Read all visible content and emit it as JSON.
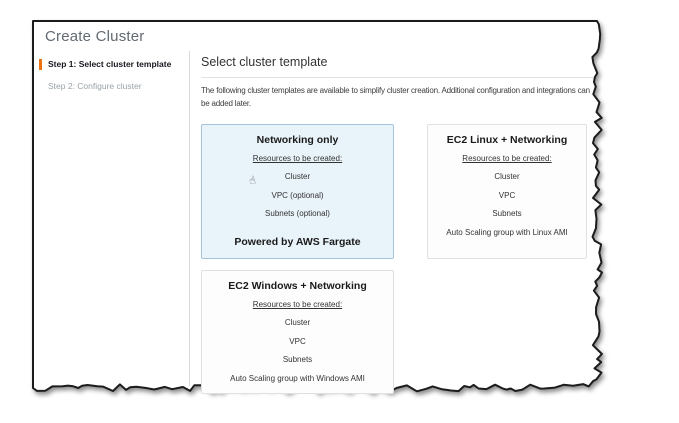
{
  "page": {
    "title": "Create Cluster"
  },
  "steps": [
    {
      "label": "Step 1: Select cluster template",
      "active": true
    },
    {
      "label": "Step 2: Configure cluster",
      "active": false
    }
  ],
  "main": {
    "heading": "Select cluster template",
    "description": "The following cluster templates are available to simplify cluster creation. Additional configuration and integrations can be added later."
  },
  "templates": [
    {
      "name": "Networking only",
      "resources_label": "Resources to be created:",
      "resources": [
        "Cluster",
        "VPC (optional)",
        "Subnets (optional)"
      ],
      "footer": "Powered by AWS Fargate",
      "selected": true
    },
    {
      "name": "EC2 Linux + Networking",
      "resources_label": "Resources to be created:",
      "resources": [
        "Cluster",
        "VPC",
        "Subnets",
        "Auto Scaling group with Linux AMI"
      ],
      "selected": false
    },
    {
      "name": "EC2 Windows + Networking",
      "resources_label": "Resources to be created:",
      "resources": [
        "Cluster",
        "VPC",
        "Subnets",
        "Auto Scaling group with Windows AMI"
      ],
      "selected": false
    }
  ],
  "icons": {
    "cursor": "☝"
  },
  "colors": {
    "accent_orange": "#ec7211",
    "selected_card_bg": "#e9f3fa",
    "selected_card_border": "#a4c4de"
  }
}
